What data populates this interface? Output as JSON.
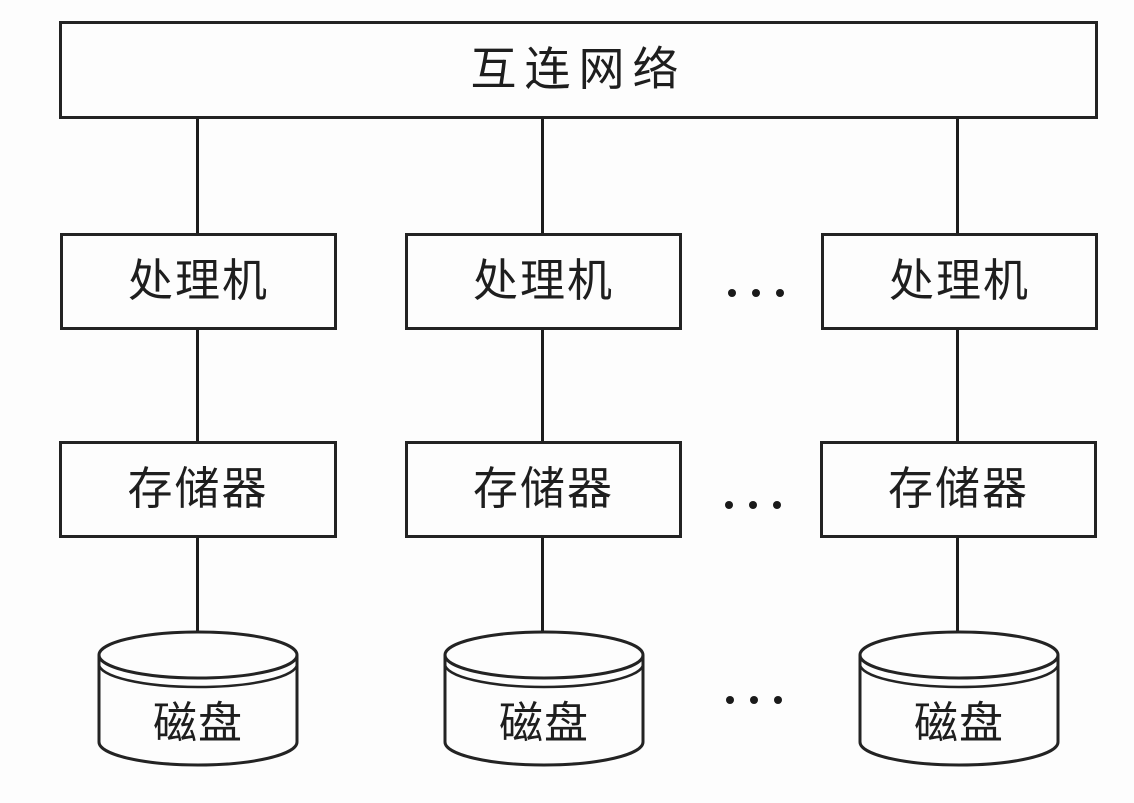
{
  "diagram": {
    "interconnect": {
      "label": "互连网络"
    },
    "columns": [
      {
        "processor_label": "处理机",
        "memory_label": "存储器",
        "disk_label": "磁盘"
      },
      {
        "processor_label": "处理机",
        "memory_label": "存储器",
        "disk_label": "磁盘"
      },
      {
        "processor_label": "处理机",
        "memory_label": "存储器",
        "disk_label": "磁盘"
      }
    ],
    "ellipsis": {
      "processor_row": "...",
      "memory_row": "...",
      "disk_row": "..."
    }
  },
  "colors": {
    "ink": "#1e1e1e",
    "background": "#fdfdfd"
  }
}
